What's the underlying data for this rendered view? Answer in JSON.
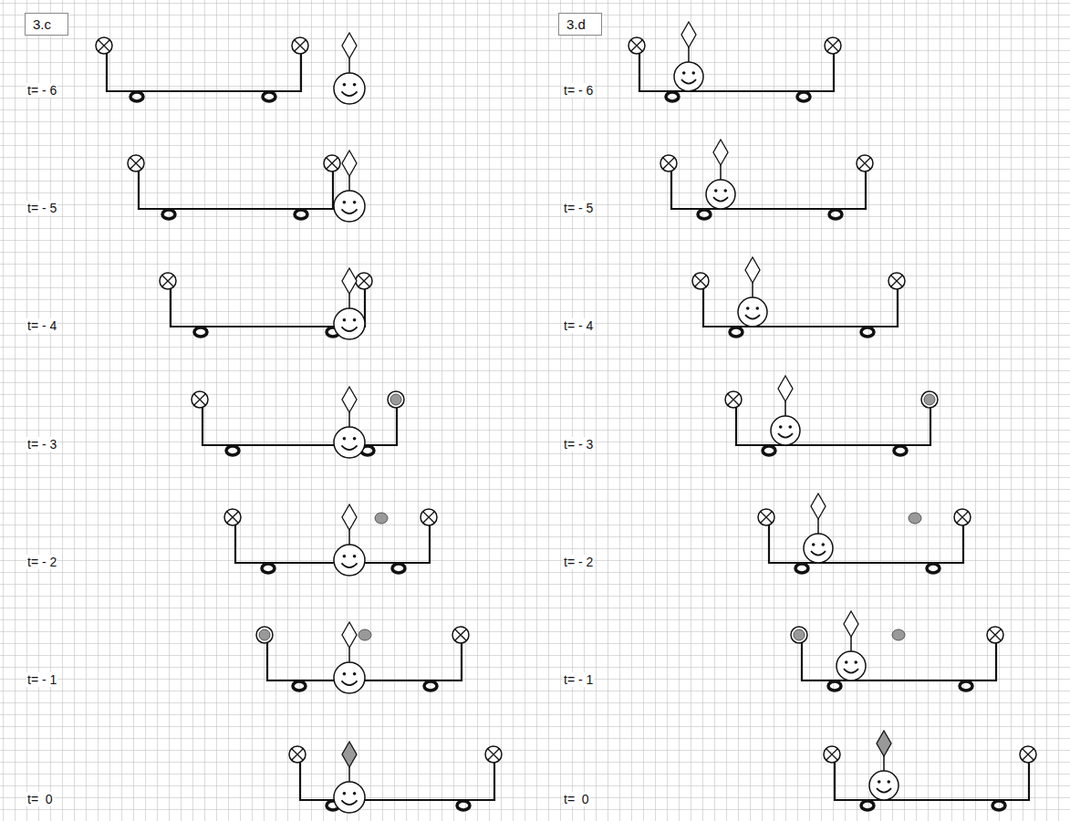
{
  "diagram": {
    "nodes": [
      {
        "text": [
          "3.c"
        ]
      },
      {
        "text": [
          "3.d"
        ]
      }
    ],
    "labels": [
      "t= - 6",
      "t= - 5",
      "t= - 4",
      "t= - 3",
      "t= - 2",
      "t= - 1",
      "t=  0",
      "t= - 6",
      "t= - 5",
      "t= - 4",
      "t= - 3",
      "t= - 2",
      "t= - 1",
      "t=  0"
    ]
  }
}
